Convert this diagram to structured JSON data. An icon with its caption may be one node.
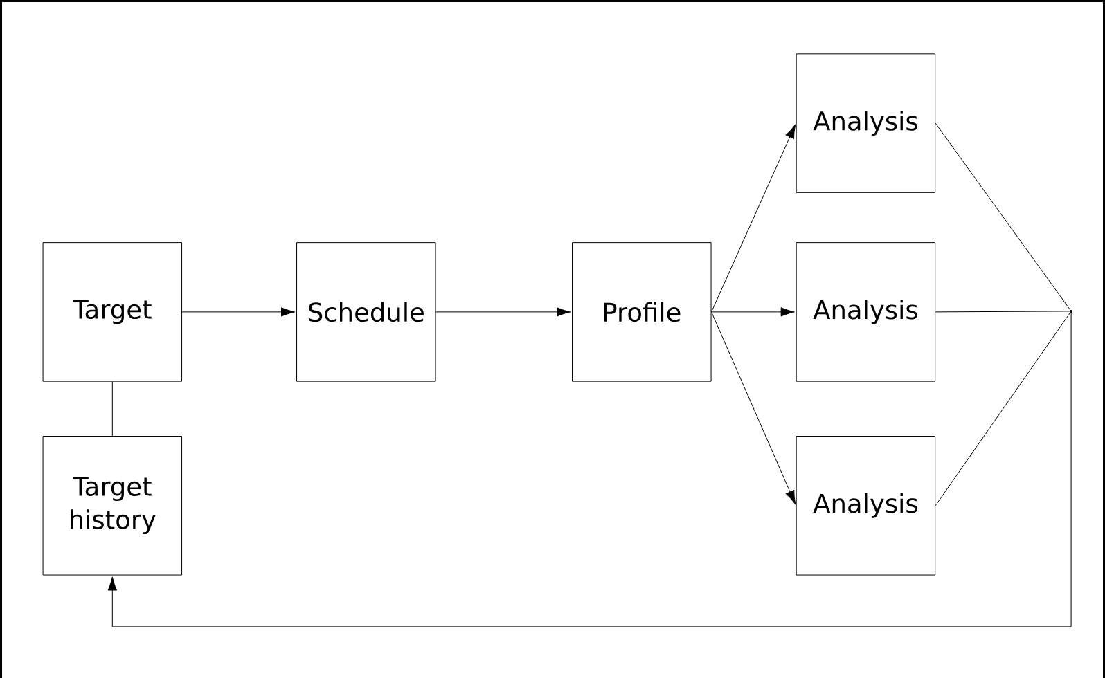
{
  "diagram": {
    "nodes": [
      {
        "text": [
          "Target"
        ]
      },
      {
        "text": [
          "Target history"
        ]
      },
      {
        "text": [
          "Schedule"
        ]
      },
      {
        "text": [
          "Profile"
        ]
      },
      {
        "text": [
          "Analysis"
        ]
      },
      {
        "text": [
          "Analysis"
        ]
      },
      {
        "text": [
          "Analysis"
        ]
      },
      {
        "text": [],
        "shape": "point"
      }
    ],
    "edges": [
      {
        "from": 0,
        "to": 1,
        "arrow": "none"
      },
      {
        "from": 0,
        "to": 2,
        "arrow": "to"
      },
      {
        "from": 2,
        "to": 3,
        "arrow": "to"
      },
      {
        "from": 3,
        "to": 4,
        "arrow": "to"
      },
      {
        "from": 3,
        "to": 5,
        "arrow": "to"
      },
      {
        "from": 3,
        "to": 6,
        "arrow": "to"
      },
      {
        "from": 4,
        "to": 7,
        "arrow": "none"
      },
      {
        "from": 5,
        "to": 7,
        "arrow": "none"
      },
      {
        "from": 6,
        "to": 7,
        "arrow": "none"
      },
      {
        "from": 7,
        "to": 1,
        "arrow": "to"
      }
    ]
  }
}
